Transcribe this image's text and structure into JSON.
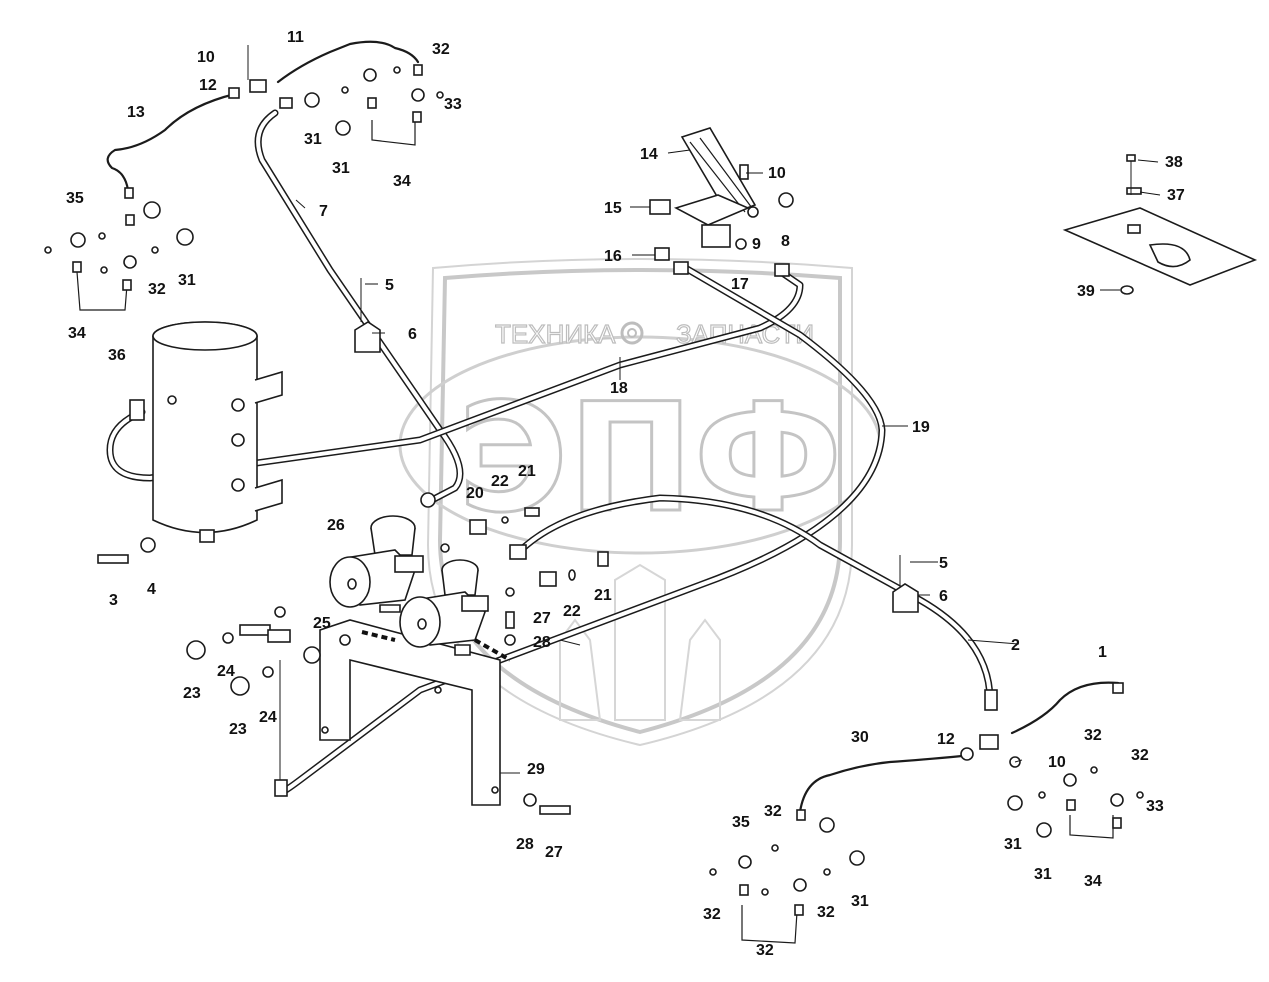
{
  "watermark": {
    "left_text": "ТЕХНИКА",
    "right_text": "ЗАПЧАСТИ",
    "logo_letters": "ЭПФ"
  },
  "callouts": {
    "c1": "1",
    "c2": "2",
    "c3": "3",
    "c4": "4",
    "c5a": "5",
    "c5b": "5",
    "c6a": "6",
    "c6b": "6",
    "c7": "7",
    "c8": "8",
    "c9": "9",
    "c10a": "10",
    "c10b": "10",
    "c10c": "10",
    "c11": "11",
    "c12a": "12",
    "c12b": "12",
    "c13": "13",
    "c14": "14",
    "c15": "15",
    "c16": "16",
    "c17": "17",
    "c18": "18",
    "c19": "19",
    "c20": "20",
    "c21a": "21",
    "c21b": "21",
    "c22a": "22",
    "c22b": "22",
    "c23a": "23",
    "c23b": "23",
    "c24a": "24",
    "c24b": "24",
    "c25": "25",
    "c26": "26",
    "c27a": "27",
    "c27b": "27",
    "c28a": "28",
    "c28b": "28",
    "c29": "29",
    "c30": "30",
    "c31a": "31",
    "c31b": "31",
    "c31c": "31",
    "c31d": "31",
    "c31e": "31",
    "c31f": "31",
    "c32a": "32",
    "c32b": "32",
    "c32c": "32",
    "c32d": "32",
    "c32e": "32",
    "c32f": "32",
    "c32g": "32",
    "c32h": "32",
    "c33a": "33",
    "c33b": "33",
    "c34a": "34",
    "c34b": "34",
    "c34c": "34",
    "c35a": "35",
    "c35b": "35",
    "c36": "36",
    "c37": "37",
    "c38": "38",
    "c39": "39"
  }
}
